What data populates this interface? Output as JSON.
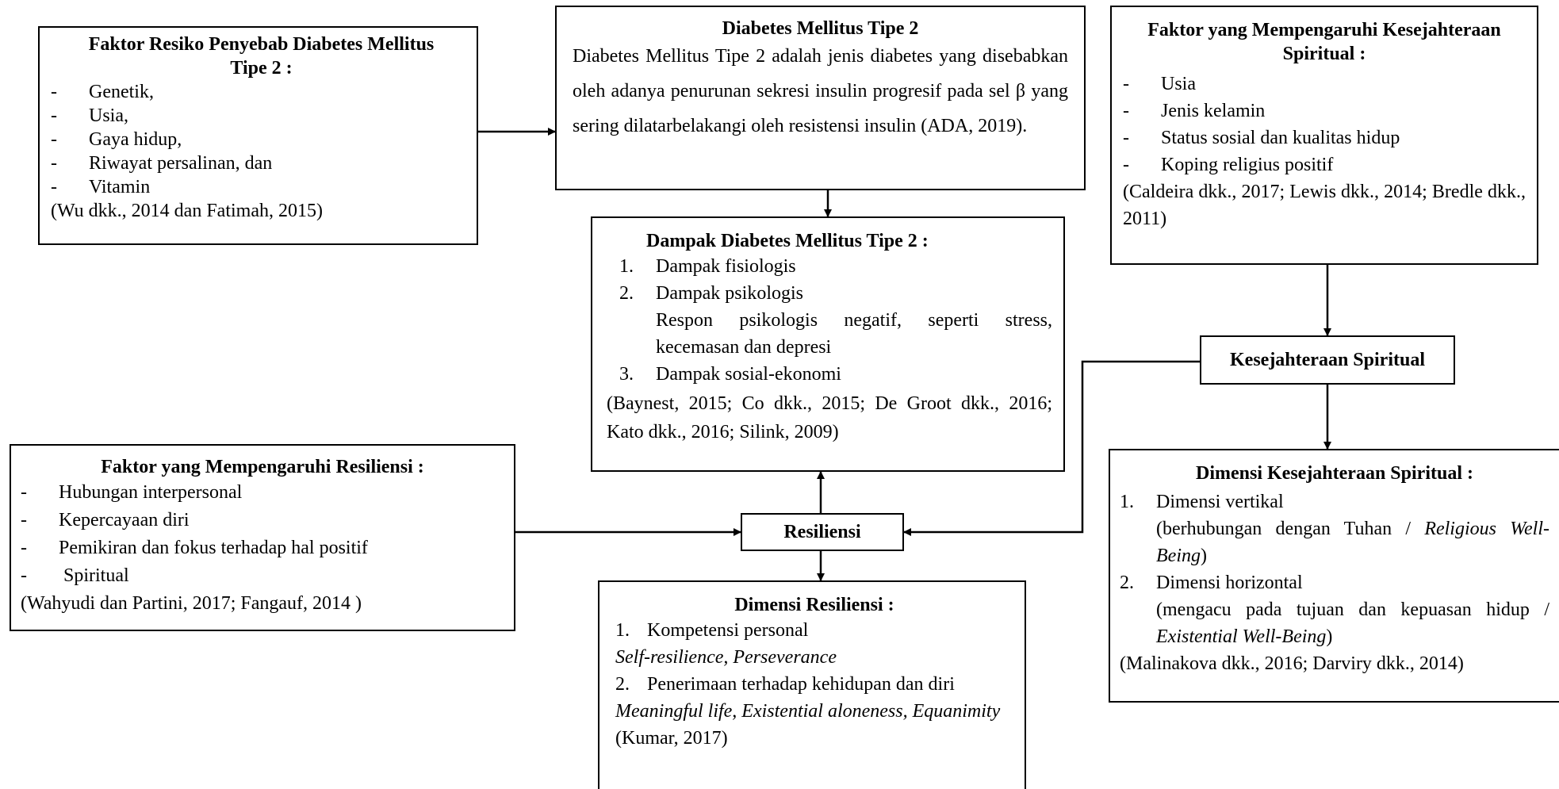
{
  "risk_factors": {
    "title": "Faktor Resiko Penyebab Diabetes Mellitus Tipe 2 :",
    "bullet": "-",
    "items": [
      "Genetik,",
      "Usia,",
      "Gaya hidup,",
      "Riwayat persalinan, dan",
      "Vitamin"
    ],
    "source": "(Wu dkk., 2014 dan Fatimah, 2015)"
  },
  "dm2": {
    "title": "Diabetes Mellitus Tipe 2",
    "body": "Diabetes Mellitus Tipe 2 adalah jenis diabetes yang disebabkan oleh adanya penurunan sekresi insulin progresif pada sel β yang sering dilatarbelakangi oleh resistensi insulin (ADA, 2019)."
  },
  "spiritual_factors": {
    "title": "Faktor yang Mempengaruhi Kesejahteraan Spiritual :",
    "bullet": "-",
    "items": [
      "Usia",
      "Jenis kelamin",
      "Status sosial dan kualitas hidup",
      "Koping religius positif"
    ],
    "source": "(Caldeira dkk., 2017; Lewis dkk., 2014; Bredle dkk., 2011)"
  },
  "impact": {
    "title": "Dampak Diabetes Mellitus Tipe 2 :",
    "items": [
      {
        "num": "1.",
        "label": "Dampak fisiologis"
      },
      {
        "num": "2.",
        "label": "Dampak psikologis",
        "detail": "Respon psikologis negatif, seperti stress, kecemasan dan depresi"
      },
      {
        "num": "3.",
        "label": "Dampak sosial-ekonomi"
      }
    ],
    "source": "(Baynest, 2015; Co dkk., 2015; De Groot dkk., 2016; Kato dkk., 2016; Silink, 2009)"
  },
  "spiritual_wellbeing": {
    "label": "Kesejahteraan Spiritual"
  },
  "resilience_factors": {
    "title": "Faktor yang Mempengaruhi Resiliensi :",
    "bullet": "-",
    "items": [
      "Hubungan interpersonal",
      "Kepercayaan diri",
      "Pemikiran dan fokus terhadap hal positif",
      "Spiritual"
    ],
    "source": "(Wahyudi dan Partini, 2017; Fangauf, 2014 )"
  },
  "resilience": {
    "label": "Resiliensi"
  },
  "resilience_dimensions": {
    "title": "Dimensi Resiliensi :",
    "items": [
      {
        "num": "1.",
        "label": "Kompetensi personal",
        "detail": "Self-resilience, Perseverance"
      },
      {
        "num": "2.",
        "label": "Penerimaan terhadap kehidupan dan diri",
        "detail": "Meaningful life, Existential aloneness, Equanimity"
      }
    ],
    "source": "(Kumar, 2017)"
  },
  "spiritual_dimensions": {
    "title": "Dimensi Kesejahteraan Spiritual :",
    "items": [
      {
        "num": "1.",
        "label": "Dimensi vertikal",
        "detail_prefix": "(berhubungan dengan Tuhan / ",
        "detail_italic": "Religious Well-Being",
        "detail_suffix": ")"
      },
      {
        "num": "2.",
        "label": "Dimensi horizontal",
        "detail_prefix": "(mengacu pada tujuan dan kepuasan hidup / ",
        "detail_italic": "Existential Well-Being",
        "detail_suffix": ")"
      }
    ],
    "source": "(Malinakova dkk., 2016; Darviry dkk., 2014)"
  }
}
